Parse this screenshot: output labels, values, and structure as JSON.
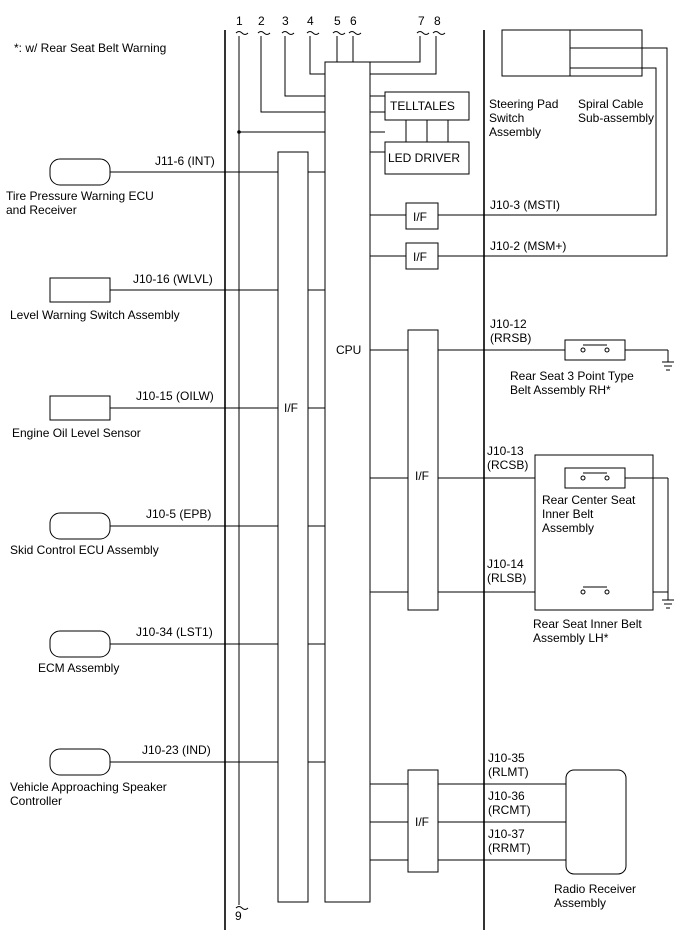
{
  "note": "*: w/ Rear Seat Belt Warning",
  "pins": [
    "1",
    "2",
    "3",
    "4",
    "5",
    "6",
    "7",
    "8",
    "9"
  ],
  "blocks": {
    "cpu": "CPU",
    "if": "I/F",
    "telltales": "TELLTALES",
    "led_driver": "LED DRIVER"
  },
  "left_components": [
    {
      "connector": "J11-6 (INT)",
      "lines": [
        "Tire Pressure Warning ECU",
        "and Receiver"
      ]
    },
    {
      "connector": "J10-16 (WLVL)",
      "lines": [
        "Level Warning Switch Assembly"
      ]
    },
    {
      "connector": "J10-15 (OILW)",
      "lines": [
        "Engine Oil Level Sensor"
      ]
    },
    {
      "connector": "J10-5 (EPB)",
      "lines": [
        "Skid Control ECU Assembly"
      ]
    },
    {
      "connector": "J10-34 (LST1)",
      "lines": [
        "ECM Assembly"
      ]
    },
    {
      "connector": "J10-23 (IND)",
      "lines": [
        "Vehicle Approaching Speaker",
        "Controller"
      ]
    }
  ],
  "right_connectors": {
    "msti": "J10-3 (MSTI)",
    "msm": "J10-2 (MSM+)",
    "rrsb": [
      "J10-12",
      "(RRSB)"
    ],
    "rcsb": [
      "J10-13",
      "(RCSB)"
    ],
    "rlsb": [
      "J10-14",
      "(RLSB)"
    ],
    "rlmt": [
      "J10-35",
      "(RLMT)"
    ],
    "rcmt": [
      "J10-36",
      "(RCMT)"
    ],
    "rrmt": [
      "J10-37",
      "(RRMT)"
    ]
  },
  "right_components": {
    "steering_pad": [
      "Steering Pad",
      "Switch",
      "Assembly"
    ],
    "spiral_cable": [
      "Spiral Cable",
      "Sub-assembly"
    ],
    "rear_seat_rh": [
      "Rear Seat 3 Point Type",
      "Belt Assembly RH*"
    ],
    "rear_center": [
      "Rear Center Seat",
      "Inner Belt",
      "Assembly"
    ],
    "rear_seat_lh": [
      "Rear Seat Inner Belt",
      "Assembly LH*"
    ],
    "radio": [
      "Radio Receiver",
      "Assembly"
    ]
  }
}
